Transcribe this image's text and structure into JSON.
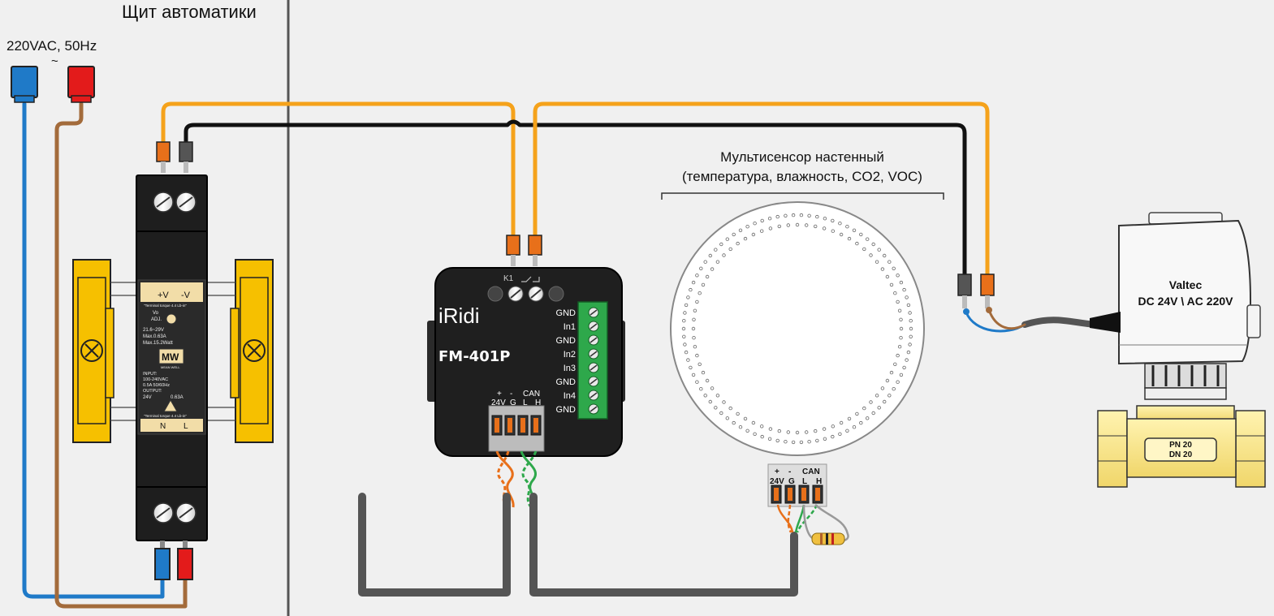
{
  "panel": {
    "title": "Щит автоматики"
  },
  "mains": {
    "label": "220VAC, 50Hz",
    "symbol": "~"
  },
  "psu": {
    "plus_v": "+V",
    "minus_v": "-V",
    "torque_top": "\"Terminal torque 4.4 Lb-in\"",
    "vo_adj_1": "Vo",
    "vo_adj_2": "ADJ.",
    "spec_1": "21.6~29V",
    "spec_2": "Max.0.63A",
    "spec_3": "Max.15.2Watt",
    "brand": "MW",
    "brand_sub": "MEAN WELL",
    "input_1": "INPUT:",
    "input_2": "100-240VAC",
    "input_3": "0.5A  50/60Hz",
    "output_1": "OUTPUT:",
    "output_2": "24V",
    "output_3": "0.63A",
    "torque_bottom": "\"Terminal torque 4.4 Lb-in\"",
    "n": "N",
    "l": "L"
  },
  "module": {
    "brand": "iRidi",
    "model": "FM-401P",
    "relay": "K1",
    "inputs": [
      "GND",
      "In1",
      "GND",
      "In2",
      "In3",
      "GND",
      "In4",
      "GND"
    ],
    "pwr_plus": "+",
    "pwr_minus": "-",
    "can": "CAN",
    "v24": "24V",
    "g": "G",
    "l": "L",
    "h": "H"
  },
  "sensor": {
    "title_1": "Мультисенсор настенный",
    "title_2": "(температура, влажность, CO2, VOC)",
    "plus": "+",
    "minus": "-",
    "can": "CAN",
    "v24": "24V",
    "g": "G",
    "l": "L",
    "h": "H"
  },
  "valve": {
    "line1": "Valtec",
    "line2": "DC 24V \\ AC 220V",
    "pn": "PN 20",
    "dn": "DN 20"
  },
  "colors": {
    "orange_wire": "#f5a21b",
    "black_wire": "#111111",
    "blue_wire": "#1f7ac8",
    "brown_wire": "#a36b3b",
    "yellow_rail": "#f6c000",
    "terminal_green": "#2ea84b",
    "ferrule_orange": "#e8701a",
    "ferrule_gray": "#555555"
  }
}
